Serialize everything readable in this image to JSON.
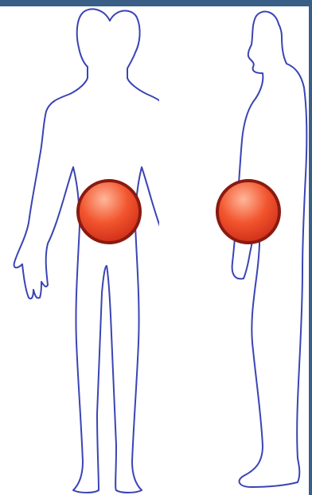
{
  "colors": {
    "header_bar": "#3a5f86",
    "outline": "#3a44b4",
    "hotspot_fill_light": "#ffb79a",
    "hotspot_fill_mid": "#f2552e",
    "hotspot_fill_dark": "#d1301a",
    "hotspot_ring": "#8a1a10"
  },
  "figures": [
    {
      "view": "front",
      "icon": "human-body-front-icon"
    },
    {
      "view": "side",
      "icon": "human-body-side-icon"
    }
  ],
  "hotspots": [
    {
      "id": "front-abdomen-marker",
      "view": "front"
    },
    {
      "id": "side-abdomen-marker",
      "view": "side"
    }
  ]
}
